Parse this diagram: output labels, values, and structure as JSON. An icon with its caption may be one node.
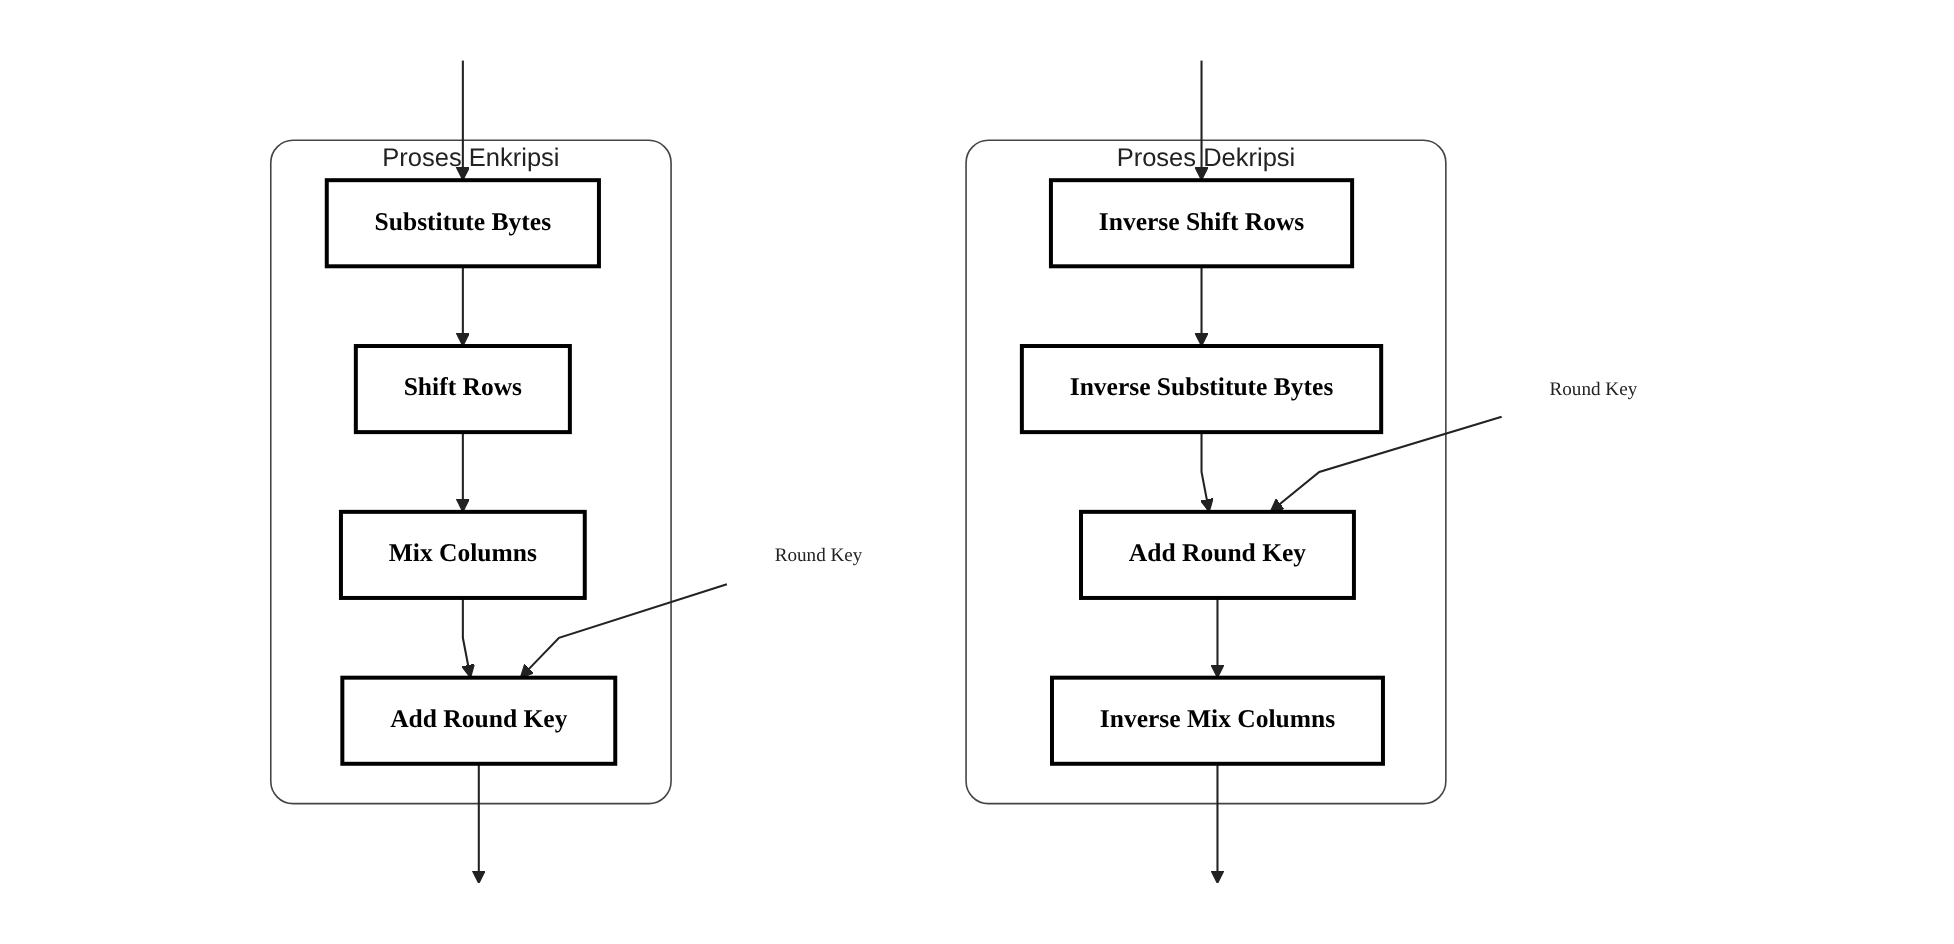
{
  "diagram": {
    "nodes": [
      {
        "text": [
          "Proses Enkripsi"
        ]
      },
      {
        "text": [
          "Substitute Bytes"
        ],
        "in": 0
      },
      {
        "text": [
          "Shift Rows"
        ],
        "in": 0
      },
      {
        "text": [
          "Mix Columns"
        ],
        "in": 0
      },
      {
        "text": [
          "Add Round Key"
        ],
        "in": 0
      },
      {
        "text": [
          "Round Key"
        ]
      },
      {
        "text": [
          "Proses Dekripsi"
        ]
      },
      {
        "text": [
          "Inverse Mix Columns"
        ],
        "in": 6
      },
      {
        "text": [
          "Add Round Key"
        ],
        "in": 6
      },
      {
        "text": [
          "Inverse Substitute Bytes"
        ],
        "in": 6
      },
      {
        "text": [
          "Inverse Shift Rows"
        ],
        "in": 6
      },
      {
        "text": [
          "Round Key"
        ]
      }
    ],
    "edges": [
      {
        "from": null,
        "to": 1,
        "arrow": "to"
      },
      {
        "from": 1,
        "to": 2,
        "arrow": "to"
      },
      {
        "from": 2,
        "to": 3,
        "arrow": "to"
      },
      {
        "from": 3,
        "to": 4,
        "arrow": "to"
      },
      {
        "from": 5,
        "to": 4,
        "arrow": "to"
      },
      {
        "from": 4,
        "to": null,
        "arrow": "to"
      },
      {
        "from": null,
        "to": 10,
        "arrow": "to"
      },
      {
        "from": 10,
        "to": 9,
        "arrow": "to"
      },
      {
        "from": 9,
        "to": 8,
        "arrow": "to"
      },
      {
        "from": 11,
        "to": 8,
        "arrow": "to"
      },
      {
        "from": 8,
        "to": 7,
        "arrow": "to"
      },
      {
        "from": 7,
        "to": null,
        "arrow": "to"
      }
    ]
  }
}
